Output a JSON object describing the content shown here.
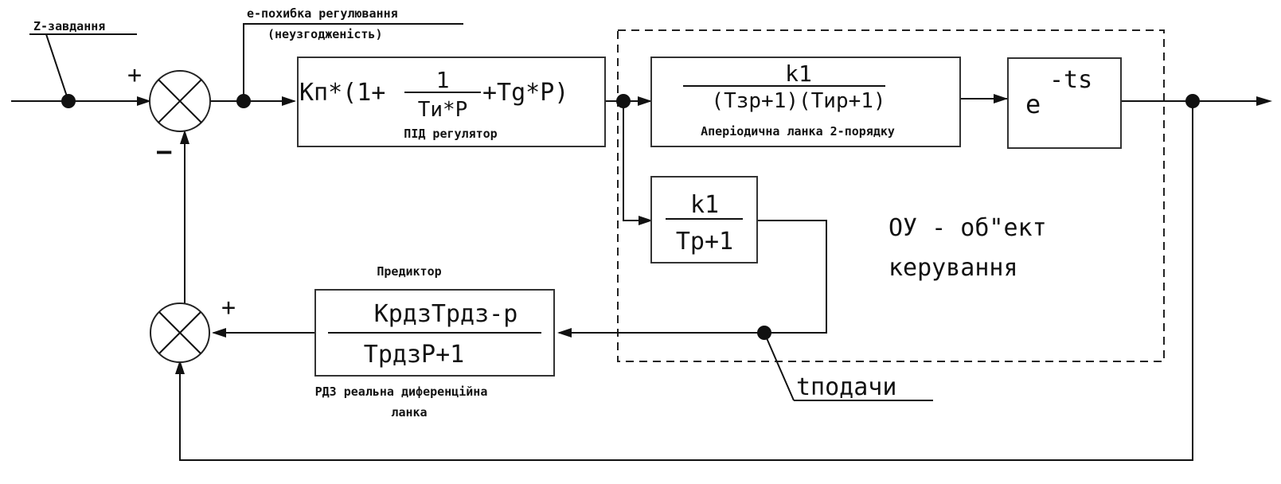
{
  "labels": {
    "setpoint": "Z-завдання",
    "error_line1": "е-похибка регулювання",
    "error_line2": "(неузгодженість)",
    "plus_main": "+",
    "minus_main": "−",
    "plus_predictor": "+",
    "predictor_title": "Предиктор",
    "rdz_line1": "РДЗ реальна диференційна",
    "rdz_line2": "ланка",
    "object_line1": "ОУ - об\"ект",
    "object_line2": "керування",
    "t_feed": "tподачи"
  },
  "blocks": {
    "pid": {
      "prefix": "Кп*(1+",
      "num": "1",
      "den": "Ти*Р",
      "suffix": "+Тg*Р)",
      "caption": "ПІД регулятор"
    },
    "aperiodic": {
      "num": "k1",
      "den": "(Тзр+1)(Тир+1)",
      "caption": "Аперіодична ланка 2-порядку"
    },
    "delay": {
      "base": "e",
      "exponent": "-ts"
    },
    "first_order": {
      "num": "k1",
      "den": "Тр+1"
    },
    "predictor": {
      "num": "КрдзТрдз-р",
      "den": "ТрдзР+1"
    }
  }
}
